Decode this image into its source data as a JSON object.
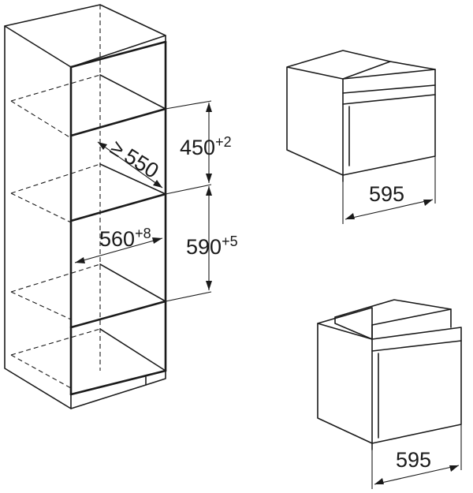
{
  "dimensions": {
    "niche_height_upper": {
      "value": "450",
      "tolerance": "+2"
    },
    "niche_height_lower": {
      "value": "590",
      "tolerance": "+5"
    },
    "niche_depth": {
      "symbol": "≥",
      "value": "550"
    },
    "niche_width": {
      "value": "560",
      "tolerance": "+8"
    },
    "compact_appliance_width": {
      "value": "595"
    },
    "oven_appliance_width": {
      "value": "595"
    }
  },
  "colors": {
    "line": "#1a1a1a",
    "background": "#ffffff"
  }
}
